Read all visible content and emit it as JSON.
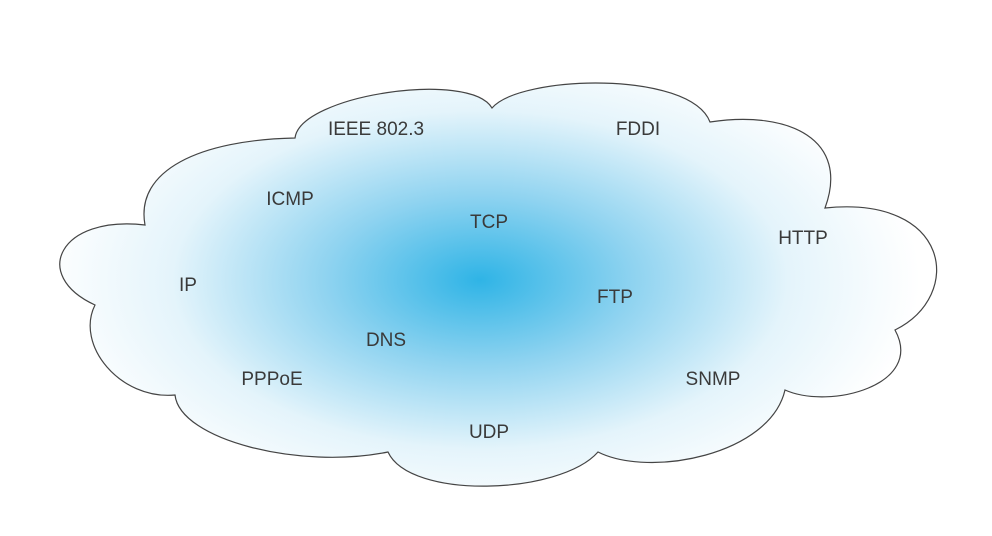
{
  "diagram": {
    "cloud": {
      "fill_center": "#2fb4e6",
      "fill_edge": "#ffffff",
      "outline": "#444444"
    },
    "labels": [
      {
        "id": "ieee-802-3",
        "text": "IEEE 802.3"
      },
      {
        "id": "fddi",
        "text": "FDDI"
      },
      {
        "id": "icmp",
        "text": "ICMP"
      },
      {
        "id": "tcp",
        "text": "TCP"
      },
      {
        "id": "http",
        "text": "HTTP"
      },
      {
        "id": "ip",
        "text": "IP"
      },
      {
        "id": "ftp",
        "text": "FTP"
      },
      {
        "id": "dns",
        "text": "DNS"
      },
      {
        "id": "pppoe",
        "text": "PPPoE"
      },
      {
        "id": "snmp",
        "text": "SNMP"
      },
      {
        "id": "udp",
        "text": "UDP"
      }
    ]
  }
}
